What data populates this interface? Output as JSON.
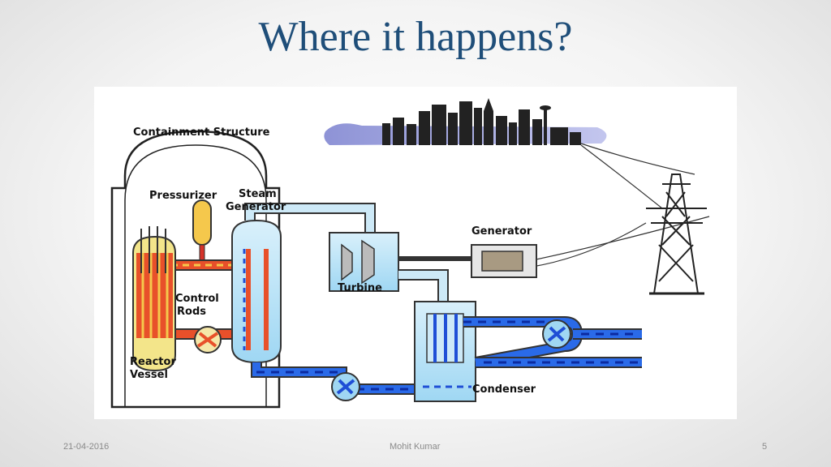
{
  "slide": {
    "title": "Where it happens?"
  },
  "diagram": {
    "labels": {
      "containment_structure": "Containment Structure",
      "pressurizer": "Pressurizer",
      "steam_line1": "Steam",
      "steam_line2": "Generator",
      "control_line1": "Control",
      "control_line2": "Rods",
      "reactor_line1": "Reactor",
      "reactor_line2": "Vessel",
      "turbine": "Turbine",
      "generator": "Generator",
      "condenser": "Condenser"
    }
  },
  "footer": {
    "date": "21-04-2016",
    "author": "Mohit Kumar",
    "page": "5"
  }
}
